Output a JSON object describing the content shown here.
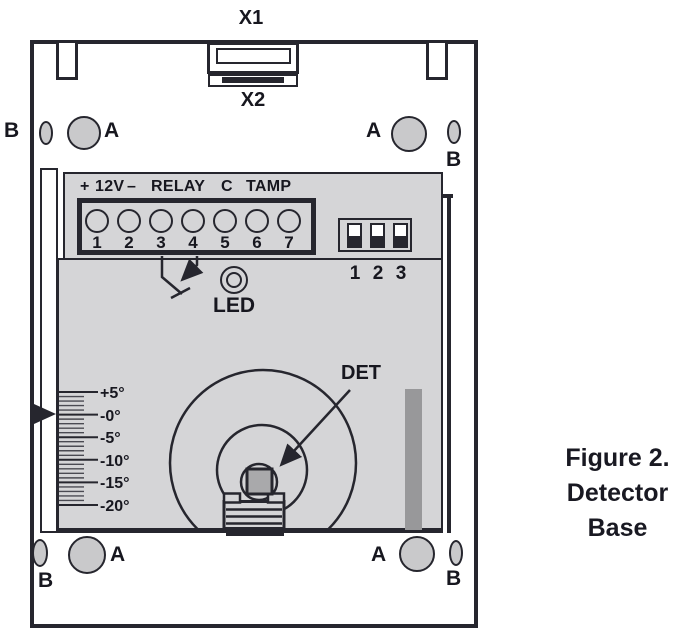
{
  "figure_caption": {
    "lines": [
      "Figure 2.",
      "Detector",
      "Base"
    ]
  },
  "connectors": {
    "x1_label": "X1",
    "x2_label": "X2"
  },
  "mounting_holes": {
    "a_label": "A",
    "b_label": "B"
  },
  "terminal_block": {
    "wiring_labels": {
      "plus": "+",
      "voltage": "12V",
      "minus": "–",
      "relay": "RELAY",
      "common": "C",
      "tamper": "TAMP"
    },
    "terminals": [
      "1",
      "2",
      "3",
      "4",
      "5",
      "6",
      "7"
    ]
  },
  "dip_switch": {
    "switches": [
      {
        "label": "1",
        "state": "down"
      },
      {
        "label": "2",
        "state": "down"
      },
      {
        "label": "3",
        "state": "down"
      }
    ]
  },
  "led": {
    "label": "LED"
  },
  "detector": {
    "label": "DET"
  },
  "tilt_scale": {
    "labels": [
      "+5°",
      "-0°",
      "-5°",
      "-10°",
      "-15°",
      "-20°"
    ],
    "minor_ticks_per_interval": 4
  },
  "colors": {
    "line": "#26262e",
    "panel": "#d5d5d7",
    "hole_fill": "#c9c9cb",
    "slider_bar": "#98989a",
    "detector_square": "#a9a9ab",
    "caption_text": "#191922"
  }
}
